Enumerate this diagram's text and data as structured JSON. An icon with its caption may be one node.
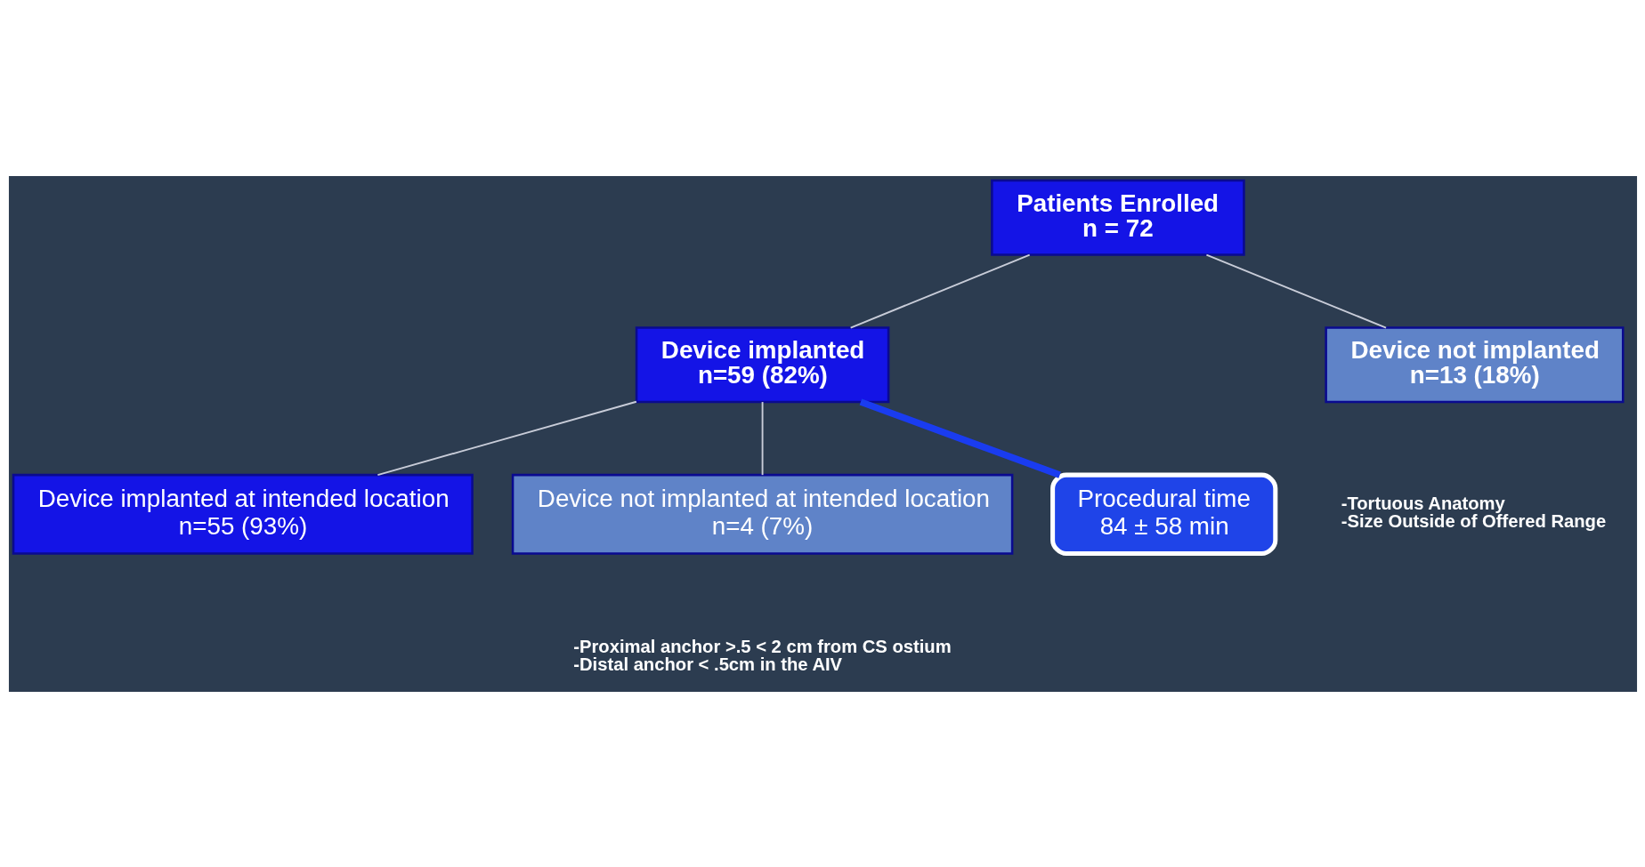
{
  "diagram": {
    "nodes": [
      {
        "text": [
          "Patients Enrolled",
          "n = 72"
        ]
      },
      {
        "text": [
          "Device implanted",
          "n=59 (82%)"
        ]
      },
      {
        "text": [
          "Device not implanted",
          "n=13 (18%)"
        ],
        "beside": [
          "-Tortuous Anatomy",
          "-Size Outside of Offered Range"
        ]
      },
      {
        "text": [
          "Device implanted at intended location",
          "n=55 (93%)"
        ]
      },
      {
        "text": [
          "Device not implanted at intended location",
          "n=4 (7%)"
        ],
        "beside": [
          "-Proximal anchor >.5 < 2 cm from CS ostium",
          "-Distal anchor < .5cm in the AIV"
        ]
      },
      {
        "text": [
          "Procedural time",
          "84 ± 58 min"
        ]
      }
    ],
    "edges": [
      {
        "from": 0,
        "to": 1,
        "arrow": "none"
      },
      {
        "from": 0,
        "to": 2,
        "arrow": "none"
      },
      {
        "from": 1,
        "to": 3,
        "arrow": "none"
      },
      {
        "from": 1,
        "to": 4,
        "arrow": "none"
      },
      {
        "from": 5,
        "to": 1,
        "arrow": "none",
        "style": "thick",
        "color": "#1a3cf0"
      }
    ]
  }
}
